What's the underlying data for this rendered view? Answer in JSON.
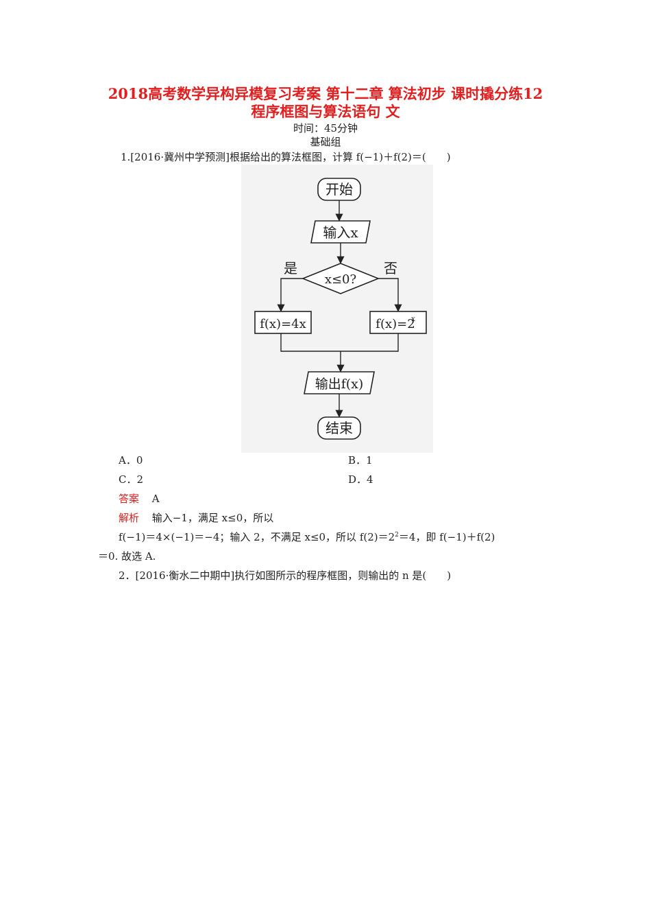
{
  "title": {
    "line1": "2018高考数学异构异模复习考案 第十二章 算法初步 课时撬分练12",
    "line2": "程序框图与算法语句 文"
  },
  "time": "时间：45分钟",
  "group": "基础组",
  "q1": {
    "text": "1.[2016·冀州中学预测]根据给出的算法框图，计算 f(−1)＋f(2)＝(　　)",
    "flowchart": {
      "start": "开始",
      "input": "输入x",
      "condition": "x≤0?",
      "yes": "是",
      "no": "否",
      "left_box": "f(x)=4x",
      "right_box_base": "f(x)=2",
      "right_box_sup": "x",
      "output": "输出f(x)",
      "end": "结束"
    },
    "options": {
      "A": "A．0",
      "B": "B．1",
      "C": "C．2",
      "D": "D．4"
    },
    "answer_label": "答案",
    "answer": "A",
    "analysis_label": "解析",
    "analysis_1": "输入−1，满足 x≤0，所以",
    "analysis_2a": "f(−1)＝4×(−1)＝−4；输入 2，不满足 x≤0，所以 f(2)＝2",
    "analysis_2sup": "2",
    "analysis_2b": "＝4，即 f(−1)＋f(2)",
    "analysis_3": "＝0. 故选 A."
  },
  "q2": {
    "text": "2．[2016·衡水二中期中]执行如图所示的程序框图，则输出的 n 是(　　)"
  }
}
